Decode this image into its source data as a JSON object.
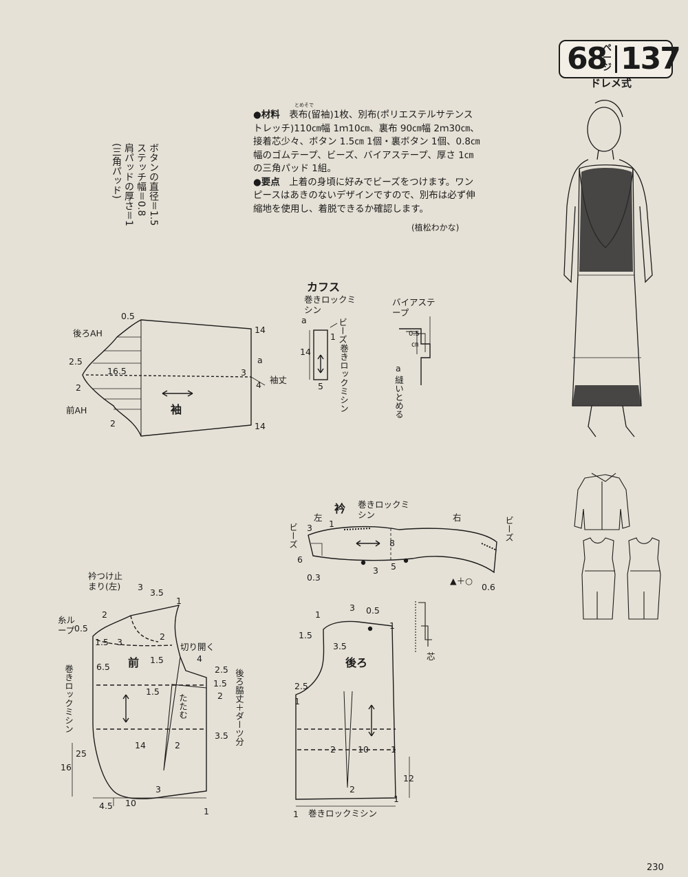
{
  "header": {
    "page_ref": "68",
    "page_ref_unit": "ページ",
    "item_no": "137",
    "style": "ドレメ式"
  },
  "description": {
    "ruby": "とめそで",
    "materials_label": "●材料",
    "materials_text": "表布(留袖)1枚、別布(ポリエステルサテンストレッチ)110㎝幅 1ｍ10㎝、裏布 90㎝幅 2ｍ30㎝、接着芯少々、ボタン 1.5㎝ 1個・裏ボタン 1個、0.8㎝幅のゴムテープ、ビーズ、バイアステープ、厚さ 1㎝の三角パッド 1組。",
    "points_label": "●要点",
    "points_text": "上着の身頃に好みでビーズをつけます。ワンピースはあきのないデザインですので、別布は必ず伸縮地を使用し、着脱できるか確認します。",
    "author": "(植松わかな)"
  },
  "specs": [
    "ボタンの直径＝1.5",
    "ステッチ幅＝0.8",
    "肩パッドの厚さ＝1",
    "(三角パッド)"
  ],
  "sleeve": {
    "title": "袖",
    "back_ah": "後ろAH",
    "front_ah": "前AH",
    "cap_height": "16.5",
    "sleeve_length": "袖丈",
    "labels": [
      "0.5",
      "2.5",
      "2",
      "2",
      "14",
      "14",
      "a",
      "3",
      "4"
    ]
  },
  "cuff": {
    "title": "カフス",
    "serge": "巻きロックミシン",
    "beads": "ビーズ",
    "serge2": "巻きロックミシン",
    "labels": [
      "a",
      "1",
      "14",
      "5"
    ],
    "bias": "バイアステープ",
    "bias_w": "0.5",
    "bias_unit": "㎝",
    "bias_a": "a",
    "sew_stop": "縫いとめる"
  },
  "collar": {
    "title": "衿",
    "serge": "巻きロックミシン",
    "left": "左",
    "right": "右",
    "beads_l": "ビーズ",
    "beads_r": "ビーズ",
    "labels": [
      "3",
      "1",
      "8",
      "6",
      "0.3",
      "3",
      "5",
      "0.6"
    ],
    "mark": "▲＋○"
  },
  "front": {
    "title": "前",
    "collar_stop": "衿つけ止まり(左)",
    "thread_loop": "糸ループ",
    "serge": "巻きロックミシン",
    "cut_open": "切り開く",
    "fold": "たたむ",
    "side_len": "後ろ脇丈＋ダーツ分",
    "labels": [
      "3",
      "3.5",
      "1",
      "2",
      "0.5",
      "1.5",
      "3",
      "2",
      "6.5",
      "1.5",
      "1.5",
      "4",
      "2.5",
      "1.5",
      "2",
      "14",
      "2",
      "3.5",
      "25",
      "16",
      "3",
      "10",
      "4.5",
      "1"
    ]
  },
  "back": {
    "title": "後ろ",
    "serge": "巻きロックミシン",
    "labels": [
      "3",
      "0.5",
      "1",
      "1.5",
      "1",
      "3.5",
      "2.5",
      "1",
      "2",
      "10",
      "1",
      "2",
      "12",
      "1",
      "1"
    ]
  },
  "interfacing": {
    "label": "芯"
  },
  "page_number": "230"
}
